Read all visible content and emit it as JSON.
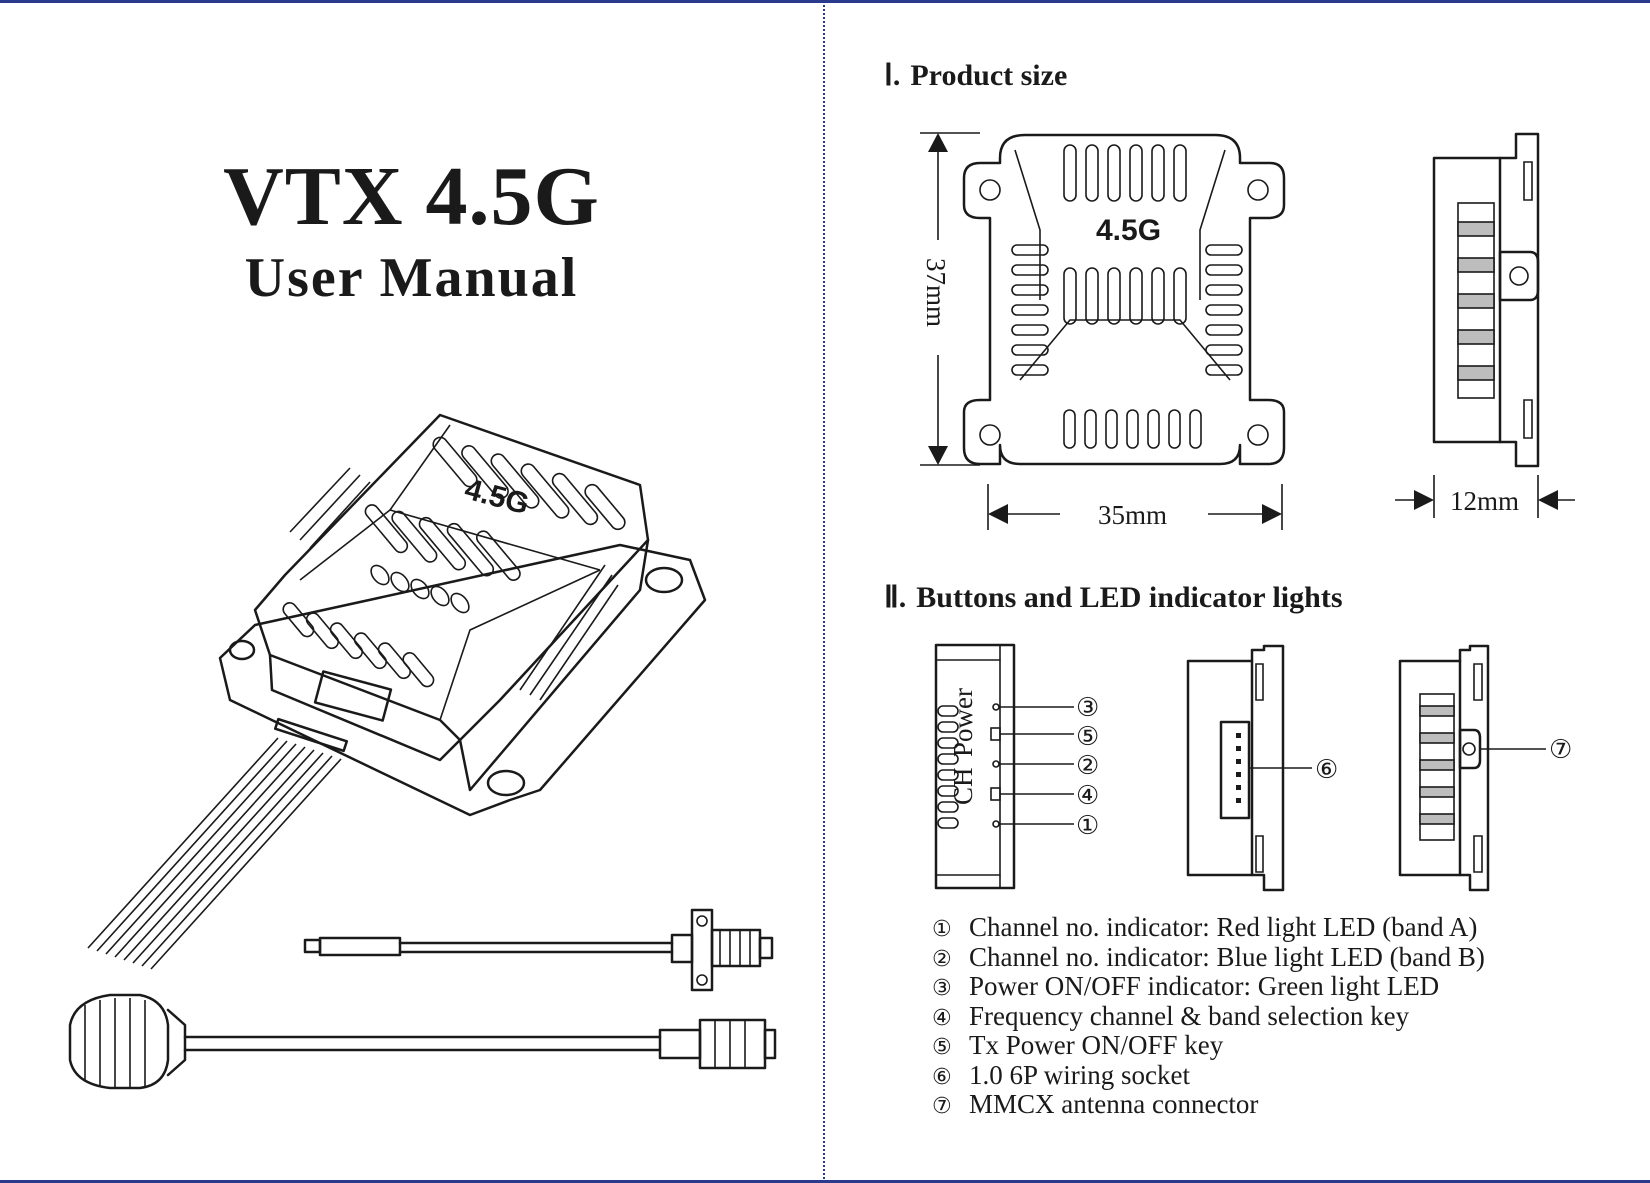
{
  "cover": {
    "title": "VTX 4.5G",
    "subtitle": "User Manual",
    "product_label": "4.5G"
  },
  "sections": [
    {
      "number": "Ⅰ.",
      "title": "Product size"
    },
    {
      "number": "Ⅱ.",
      "title": "Buttons and LED indicator lights"
    }
  ],
  "dimensions": {
    "height": "37mm",
    "width": "35mm",
    "depth": "12mm"
  },
  "side_labels": {
    "power": "Power",
    "ch": "CH"
  },
  "callouts": [
    "①",
    "②",
    "③",
    "④",
    "⑤",
    "⑥",
    "⑦"
  ],
  "legend": [
    {
      "num": "①",
      "text": "Channel no. indicator: Red light LED (band A)"
    },
    {
      "num": "②",
      "text": "Channel no. indicator: Blue light LED (band B)"
    },
    {
      "num": "③",
      "text": "Power ON/OFF indicator: Green light LED"
    },
    {
      "num": "④",
      "text": "Frequency channel & band selection key"
    },
    {
      "num": "⑤",
      "text": "Tx Power ON/OFF key"
    },
    {
      "num": "⑥",
      "text": "1.0 6P wiring socket"
    },
    {
      "num": "⑦",
      "text": "MMCX antenna connector"
    }
  ],
  "colors": {
    "border": "#2a3a8c",
    "ink": "#1a1a1a"
  }
}
